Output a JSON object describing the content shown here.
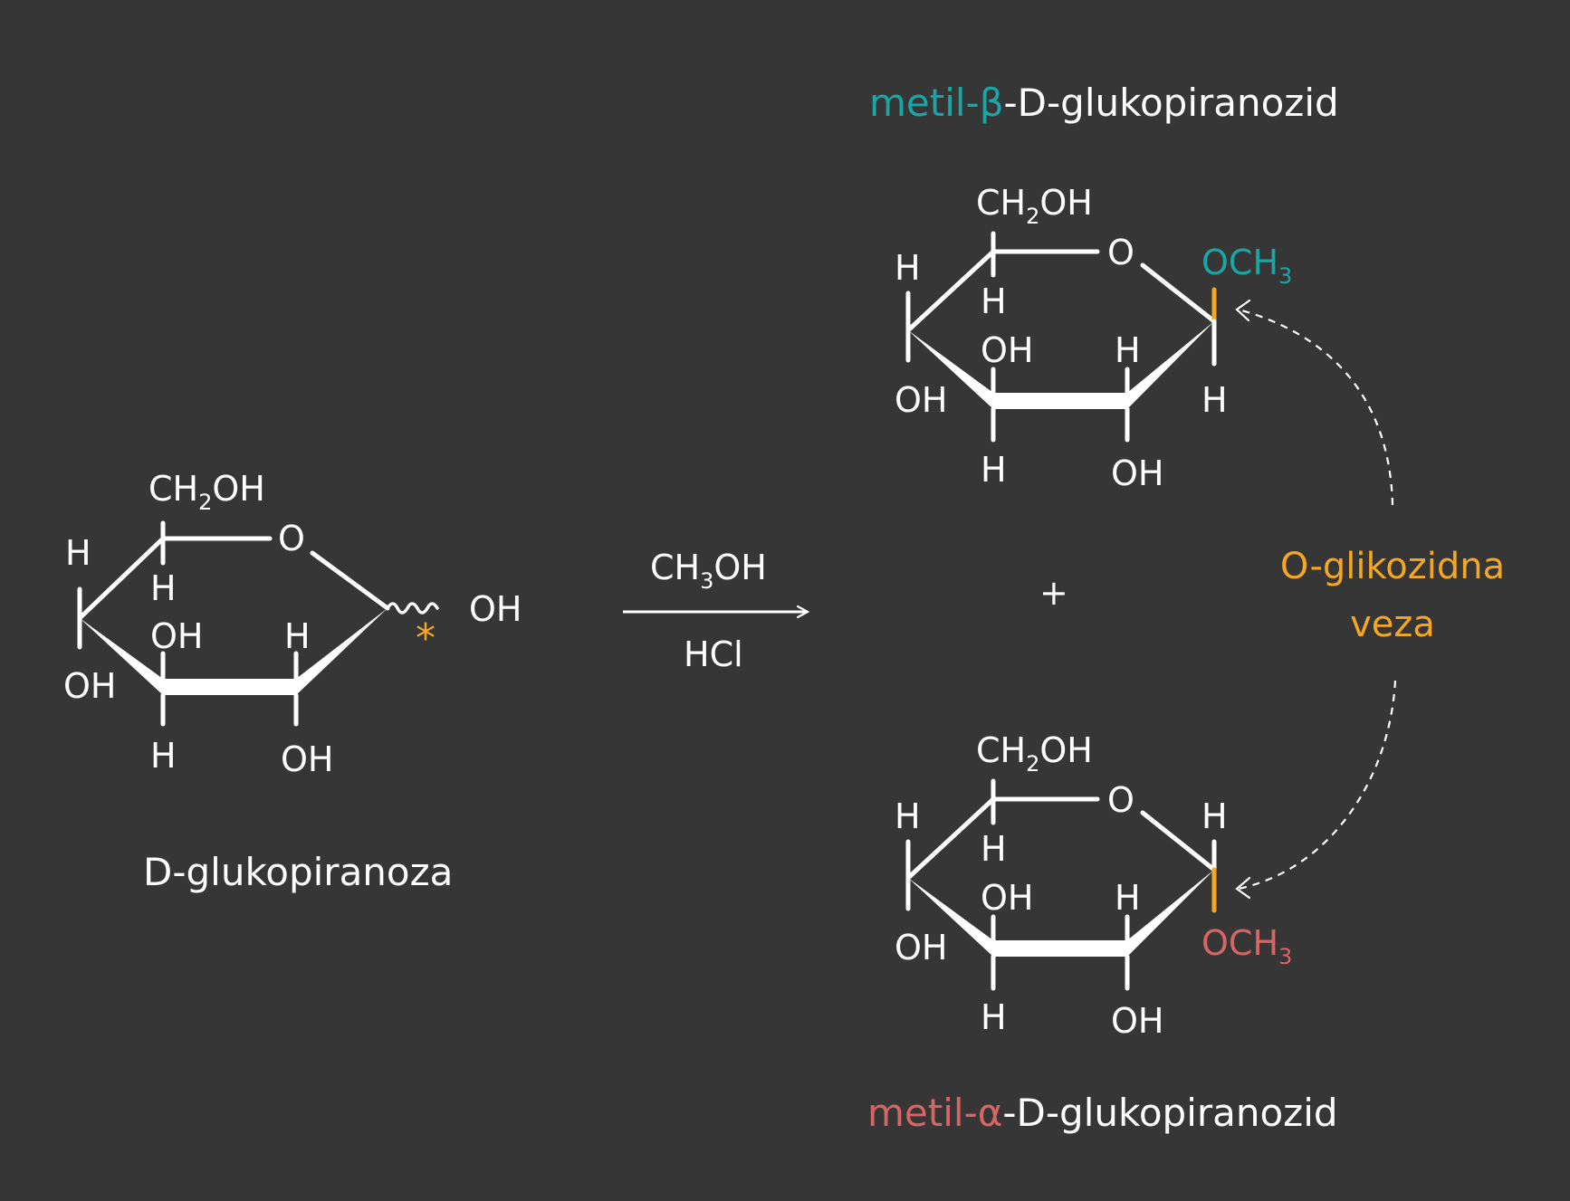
{
  "colors": {
    "background": "#363636",
    "ink": "#ffffff",
    "beta": "#1aa6a6",
    "alpha": "#d66666",
    "bond_highlight": "#f5a623"
  },
  "reactant": {
    "name": "D-glukopiranoza",
    "ring_oxygen": "O",
    "c6_group": {
      "main": "CH",
      "sub": "2",
      "rest": "OH"
    },
    "anomeric_oh": "OH",
    "star": "*",
    "labels": {
      "h": "H",
      "oh": "OH"
    }
  },
  "reagents": {
    "top": {
      "main": "CH",
      "sub": "3",
      "rest": "OH"
    },
    "bottom": "HCl"
  },
  "plus": "+",
  "beta_product": {
    "name_prefix": "metil-",
    "greek": "β",
    "name_suffix": "-D-glukopiranozid",
    "ring_oxygen": "O",
    "c6_group": {
      "main": "CH",
      "sub": "2",
      "rest": "OH"
    },
    "och3": {
      "main": "OCH",
      "sub": "3"
    },
    "labels": {
      "h": "H",
      "oh": "OH"
    }
  },
  "alpha_product": {
    "name_prefix": "metil-",
    "greek": "α",
    "name_suffix": "-D-glukopiranozid",
    "ring_oxygen": "O",
    "c6_group": {
      "main": "CH",
      "sub": "2",
      "rest": "OH"
    },
    "och3": {
      "main": "OCH",
      "sub": "3"
    },
    "labels": {
      "h": "H",
      "oh": "OH"
    }
  },
  "glycosidic_bond": {
    "line1": "O-glikozidna",
    "line2": "veza"
  }
}
